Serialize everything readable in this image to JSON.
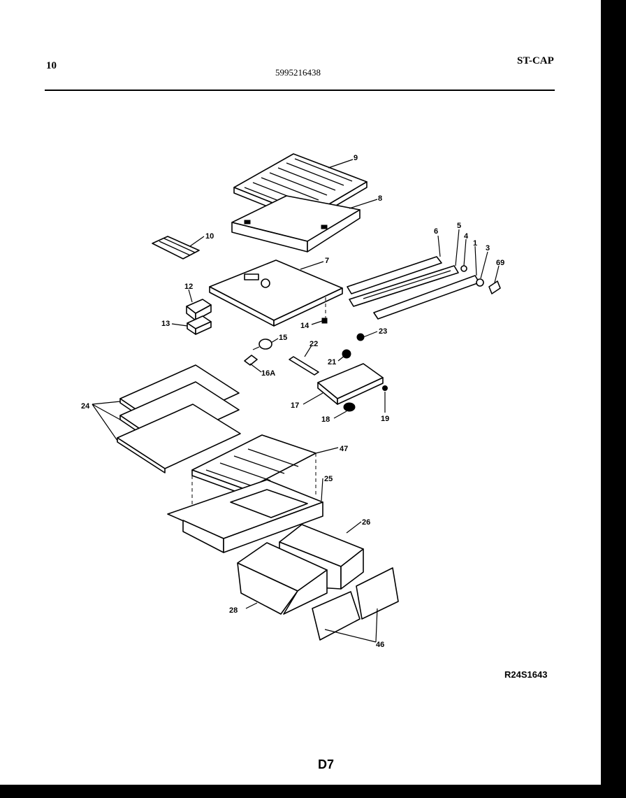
{
  "header": {
    "page_number": "10",
    "part_number": "5995216438",
    "model_code": "ST-CAP"
  },
  "footer": {
    "reference_code": "R24S1643",
    "diagram_code": "D7"
  },
  "callouts": {
    "c9": "9",
    "c8": "8",
    "c10": "10",
    "c7": "7",
    "c6": "6",
    "c5": "5",
    "c4": "4",
    "c1": "1",
    "c3": "3",
    "c69": "69",
    "c12": "12",
    "c13": "13",
    "c14": "14",
    "c15": "15",
    "c16a": "16A",
    "c22": "22",
    "c23": "23",
    "c21": "21",
    "c17": "17",
    "c18": "18",
    "c19": "19",
    "c24": "24",
    "c47": "47",
    "c25": "25",
    "c26": "26",
    "c28": "28",
    "c46": "46"
  }
}
